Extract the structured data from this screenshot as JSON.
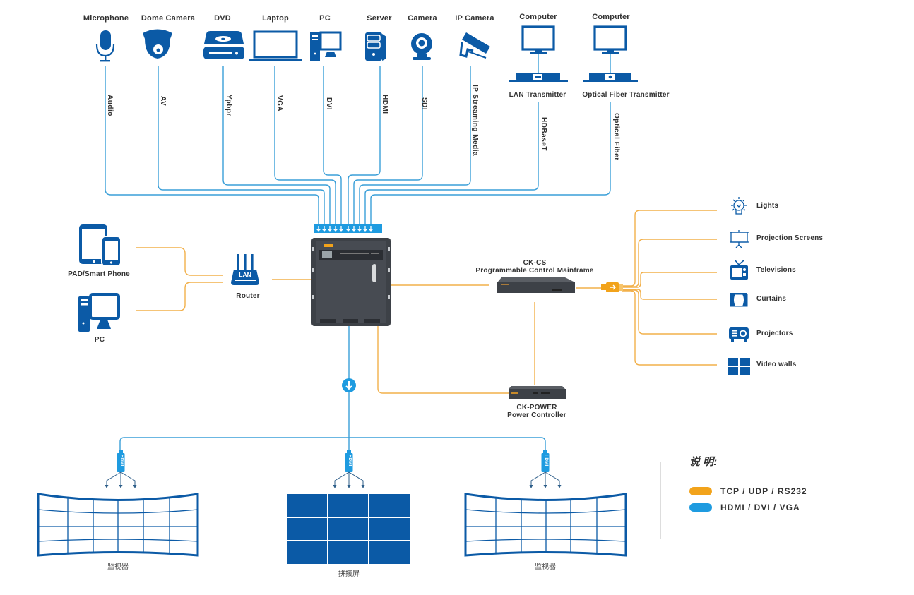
{
  "colors": {
    "signal_blue": "#3a9fd8",
    "icon_blue": "#0b5aa6",
    "control_orange": "#f2a31b",
    "device_dark": "#3d4147"
  },
  "sources": [
    {
      "name": "Microphone",
      "signal": "Audio",
      "icon": "microphone-icon"
    },
    {
      "name": "Dome Camera",
      "signal": "AV",
      "icon": "dome-camera-icon"
    },
    {
      "name": "DVD",
      "signal": "Ypbpr",
      "icon": "dvd-icon"
    },
    {
      "name": "Laptop",
      "signal": "VGA",
      "icon": "laptop-icon"
    },
    {
      "name": "PC",
      "signal": "DVI",
      "icon": "pc-icon"
    },
    {
      "name": "Server",
      "signal": "HDMI",
      "icon": "server-icon"
    },
    {
      "name": "Camera",
      "signal": "SDI",
      "icon": "webcam-icon"
    },
    {
      "name": "IP Camera",
      "signal": "IP Streaming Media",
      "icon": "ip-camera-icon"
    },
    {
      "name": "Computer",
      "signal": "HDBaseT",
      "icon": "monitor-icon",
      "transmitter": "LAN Transmitter"
    },
    {
      "name": "Computer",
      "signal": "Optical Fiber",
      "icon": "monitor-icon",
      "transmitter": "Optical Fiber Transmitter"
    }
  ],
  "network": {
    "clients": [
      {
        "name": "PAD/Smart Phone",
        "icon": "tablet-phone-icon"
      },
      {
        "name": "PC",
        "icon": "pc-icon"
      }
    ],
    "router": {
      "name": "Router",
      "badge": "LAN"
    }
  },
  "control": {
    "mainframe": {
      "model": "CK-CS",
      "name": "Programmable Control Mainframe"
    },
    "power": {
      "model": "CK-POWER",
      "name": "Power Controller"
    }
  },
  "controlled_devices": [
    {
      "name": "Lights",
      "icon": "light-bulb-icon"
    },
    {
      "name": "Projection Screens",
      "icon": "projection-screen-icon"
    },
    {
      "name": "Televisions",
      "icon": "television-icon"
    },
    {
      "name": "Curtains",
      "icon": "curtains-icon"
    },
    {
      "name": "Projectors",
      "icon": "projector-icon"
    },
    {
      "name": "Video walls",
      "icon": "video-wall-icon"
    }
  ],
  "outputs": [
    {
      "name": "监视器",
      "connector": "HDMI",
      "type": "curved-monitor-wall"
    },
    {
      "name": "拼接屏",
      "connector": "HDMI",
      "type": "splicing-screen"
    },
    {
      "name": "监视器",
      "connector": "HDMI",
      "type": "curved-monitor-wall"
    }
  ],
  "legend": {
    "title": "说 明:",
    "items": [
      {
        "label": "TCP / UDP / RS232",
        "color": "#f2a31b"
      },
      {
        "label": "HDMI / DVI / VGA",
        "color": "#1e9be0"
      }
    ]
  }
}
